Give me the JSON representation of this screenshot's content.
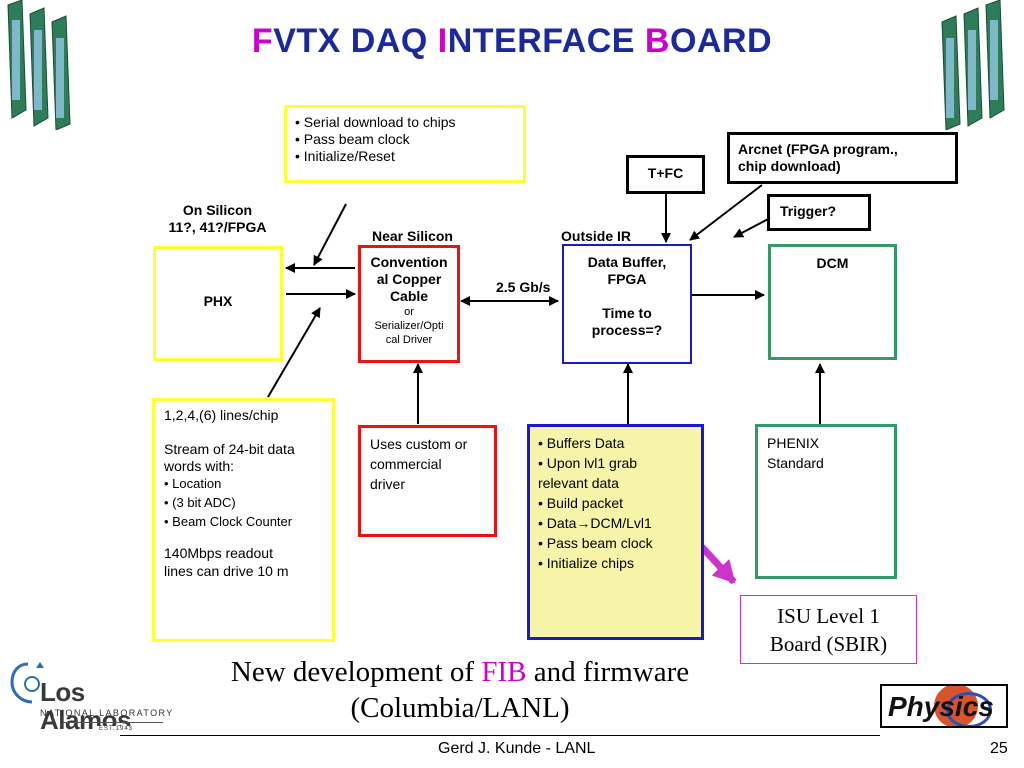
{
  "slide": {
    "title_parts": [
      {
        "text": "F",
        "hl": true
      },
      {
        "text": "VTX DAQ ",
        "hl": false
      },
      {
        "text": "I",
        "hl": true
      },
      {
        "text": "NTERFACE ",
        "hl": false
      },
      {
        "text": "B",
        "hl": true
      },
      {
        "text": "OARD",
        "hl": false
      }
    ],
    "footer_author": "Gerd J. Kunde - LANL",
    "page_number": "25",
    "bottom_line1_pre": "New development of ",
    "bottom_line1_hl": "FIB",
    "bottom_line1_post": " and firmware",
    "bottom_line2": "(Columbia/LANL)",
    "logo_lanl_main": "Los Alamos",
    "logo_lanl_sub": "NATIONAL LABORATORY",
    "logo_lanl_est": "EST.1943",
    "logo_physics": "Physics"
  },
  "labels": {
    "on_silicon_1": "On Silicon",
    "on_silicon_2": "11?, 41?/FPGA",
    "near_silicon": "Near Silicon",
    "outside_ir": "Outside IR",
    "gbps": "2.5 Gb/s"
  },
  "boxes": {
    "serial": [
      "• Serial download to chips",
      "• Pass beam clock",
      "• Initialize/Reset"
    ],
    "tfc": "T+FC",
    "arcnet_1": "Arcnet (FPGA program.,",
    "arcnet_2": "chip download)",
    "trigger": "Trigger?",
    "phx": "PHX",
    "cable_1": "Convention",
    "cable_2": "al Copper",
    "cable_3": "Cable",
    "cable_or": "or",
    "cable_4": "Serializer/Opti",
    "cable_5": "cal Driver",
    "buffer_1": "Data Buffer,",
    "buffer_2": "FPGA",
    "buffer_3": "Time to",
    "buffer_4": "process=?",
    "dcm": "DCM",
    "lines_1": "1,2,4,(6) lines/chip",
    "lines_2": "Stream of 24-bit data",
    "lines_3": "words with:",
    "lines_4": "• Location",
    "lines_5": "• (3 bit ADC)",
    "lines_6": "• Beam Clock Counter",
    "lines_7": "140Mbps readout",
    "lines_8": "lines can drive 10 m",
    "custom_1": "Uses custom or",
    "custom_2": "commercial",
    "custom_3": "driver",
    "buffers": [
      "• Buffers Data",
      "• Upon lvl1 grab",
      "relevant data",
      "• Build packet"
    ],
    "data_dcm_pre": "• Data",
    "data_dcm_post": "DCM/Lvl1",
    "buffers2": [
      "• Pass beam clock",
      "• Initialize chips"
    ],
    "phenix_1": "PHENIX",
    "phenix_2": "Standard",
    "isu_1": "ISU Level 1",
    "isu_2": "Board (SBIR)"
  },
  "colors": {
    "title_blue": "#1a2a9c",
    "highlight_magenta": "#cc00cc",
    "yellow_box": "#ffff33",
    "red_box": "#ee1111",
    "blue_box": "#1a1acc",
    "green_box": "#339966",
    "pale_yellow_fill": "#f6f4a8",
    "magenta_arrow": "#cc33cc"
  }
}
